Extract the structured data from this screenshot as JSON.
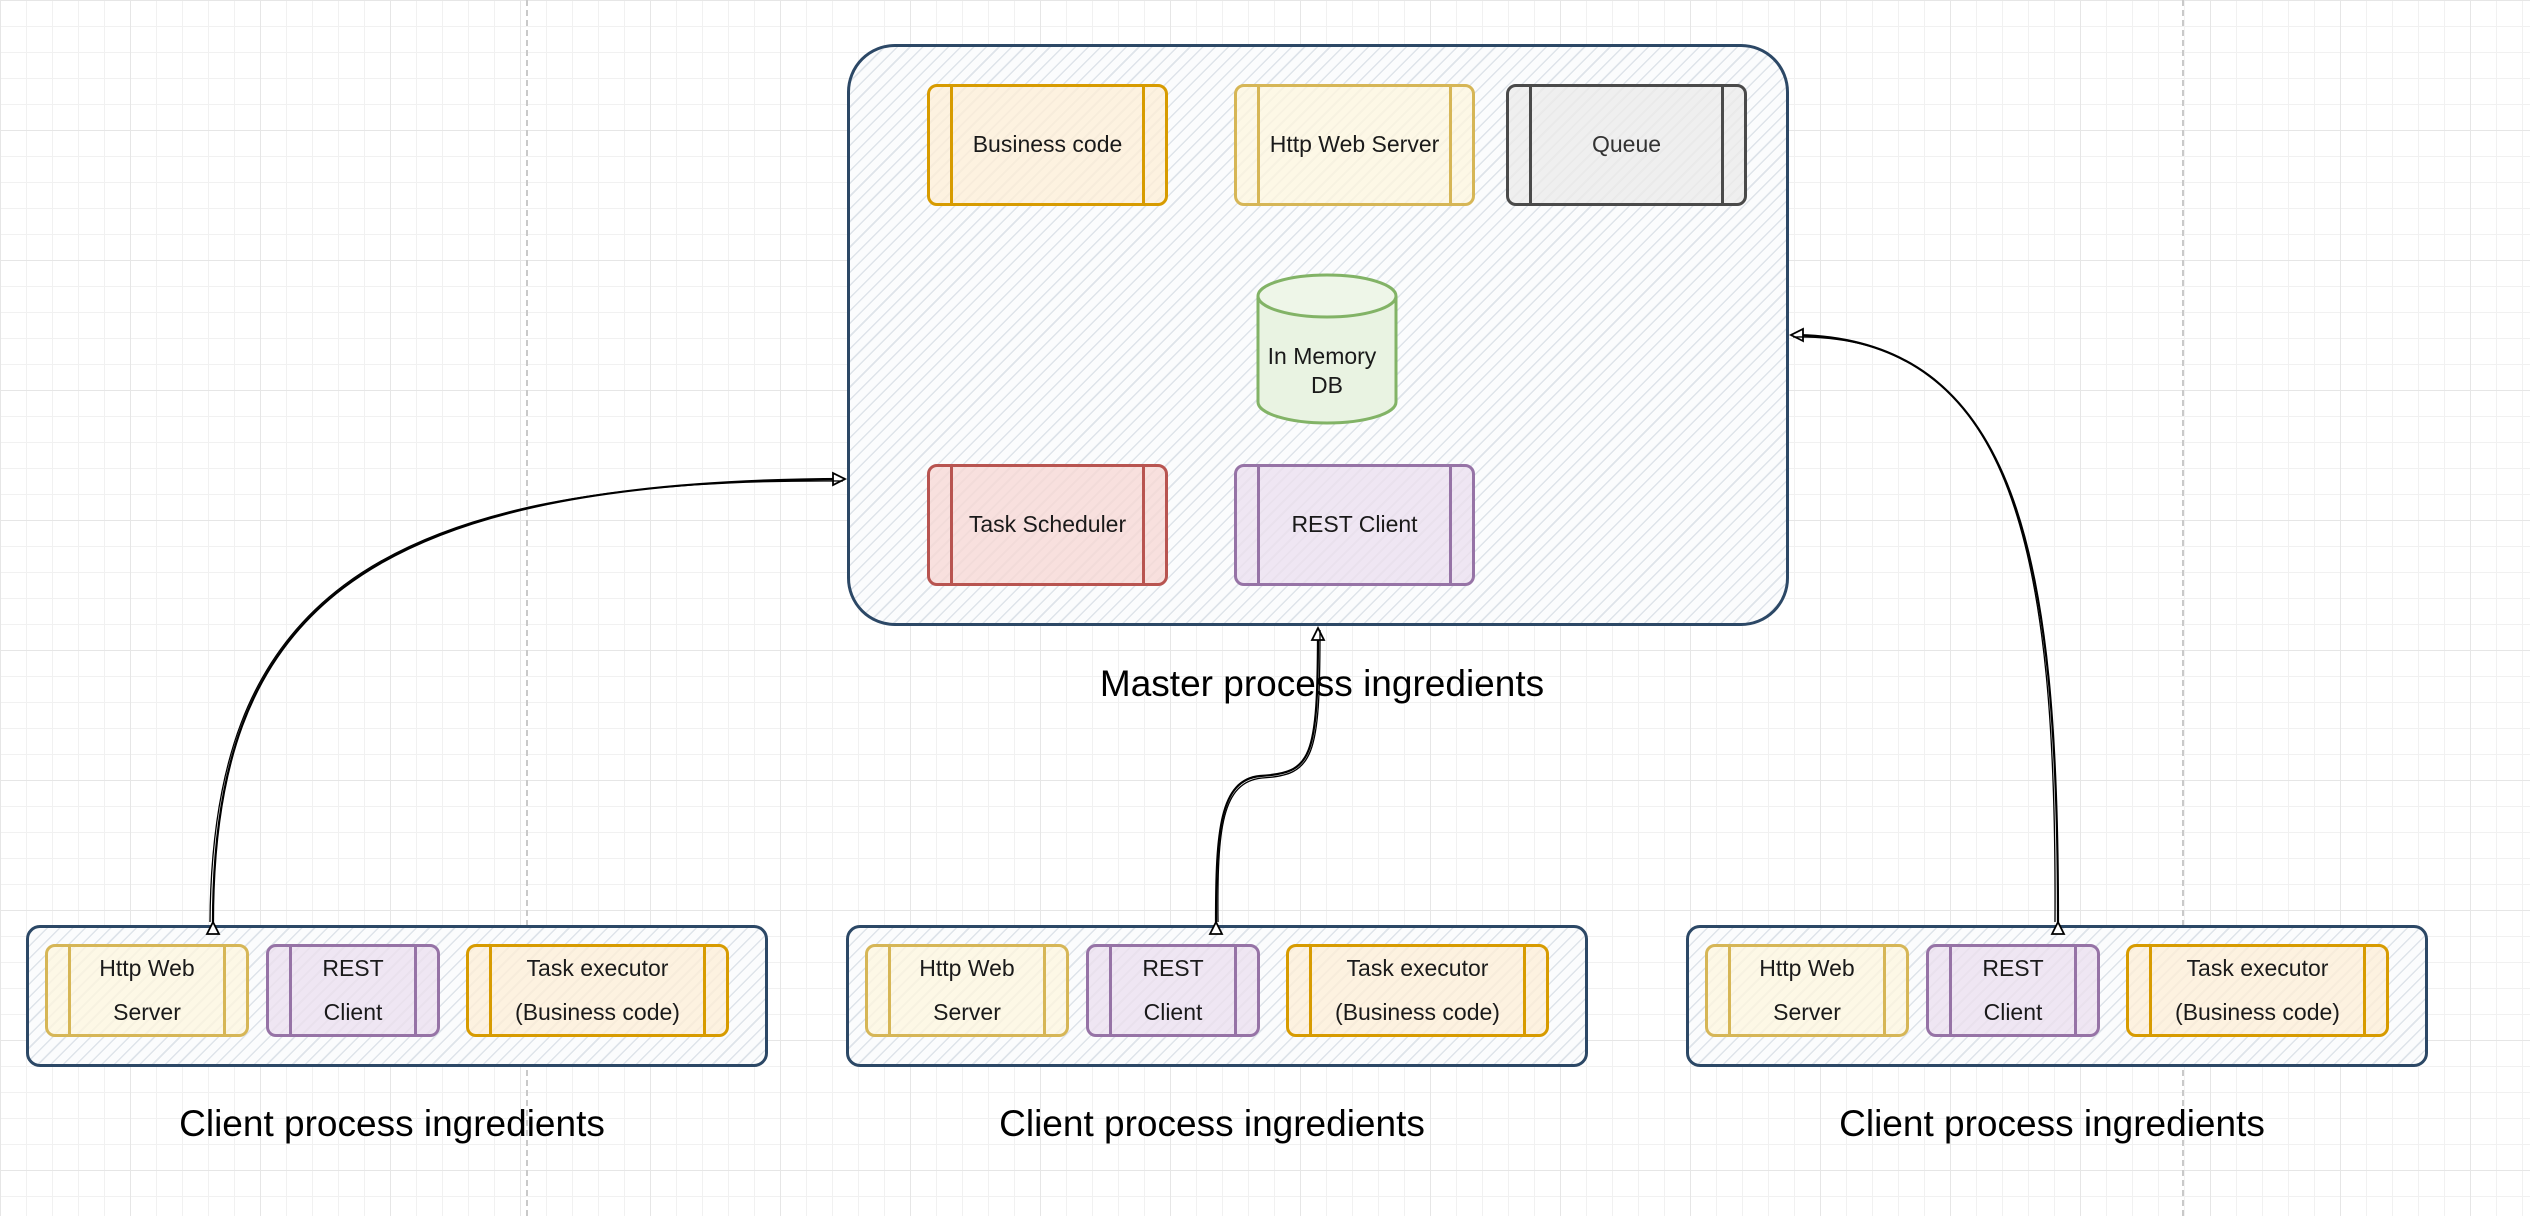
{
  "master": {
    "caption": "Master process ingredients",
    "components": {
      "business_code": "Business code",
      "http_web_server": "Http Web Server",
      "queue": "Queue",
      "in_memory_db": [
        "In Memory",
        "DB"
      ],
      "task_scheduler": "Task Scheduler",
      "rest_client": "REST Client"
    }
  },
  "clients": [
    {
      "caption": "Client process ingredients",
      "http_web_server": "Http Web\nServer",
      "rest_client": "REST\nClient",
      "task_executor": "Task executor\n(Business code)"
    },
    {
      "caption": "Client process ingredients",
      "http_web_server": "Http Web\nServer",
      "rest_client": "REST\nClient",
      "task_executor": "Task executor\n(Business code)"
    },
    {
      "caption": "Client process ingredients",
      "http_web_server": "Http Web\nServer",
      "rest_client": "REST\nClient",
      "task_executor": "Task executor\n(Business code)"
    }
  ],
  "colors": {
    "container_border": "#2c4866",
    "business_code": "#d79b00",
    "http_web_server": "#d6b656",
    "queue": "#4a4a4a",
    "database": "#82b366",
    "task_scheduler": "#b85450",
    "rest_client": "#9673a6",
    "arrow": "#000000"
  }
}
